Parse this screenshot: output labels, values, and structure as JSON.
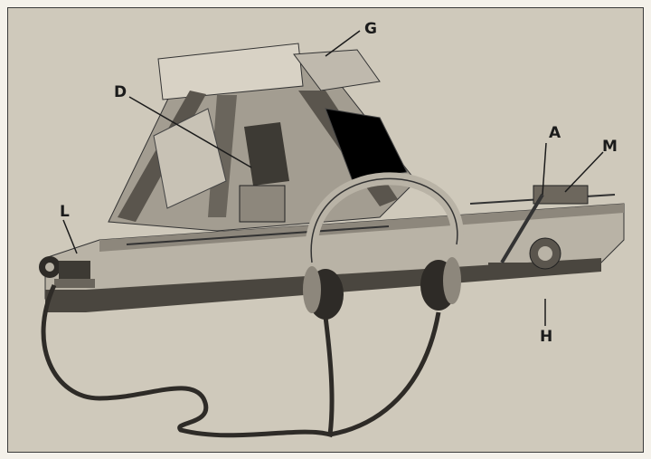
{
  "figure": {
    "labels": [
      {
        "id": "G",
        "text": "G"
      },
      {
        "id": "D",
        "text": "D"
      },
      {
        "id": "A",
        "text": "A"
      },
      {
        "id": "M",
        "text": "M"
      },
      {
        "id": "L",
        "text": "L"
      },
      {
        "id": "H",
        "text": "H"
      }
    ],
    "colors": {
      "paper": "#cfc9bb",
      "ink": "#1b1b1b",
      "metal_light": "#b9b3a6",
      "metal_mid": "#8d877c",
      "metal_dark": "#4a463f"
    }
  }
}
